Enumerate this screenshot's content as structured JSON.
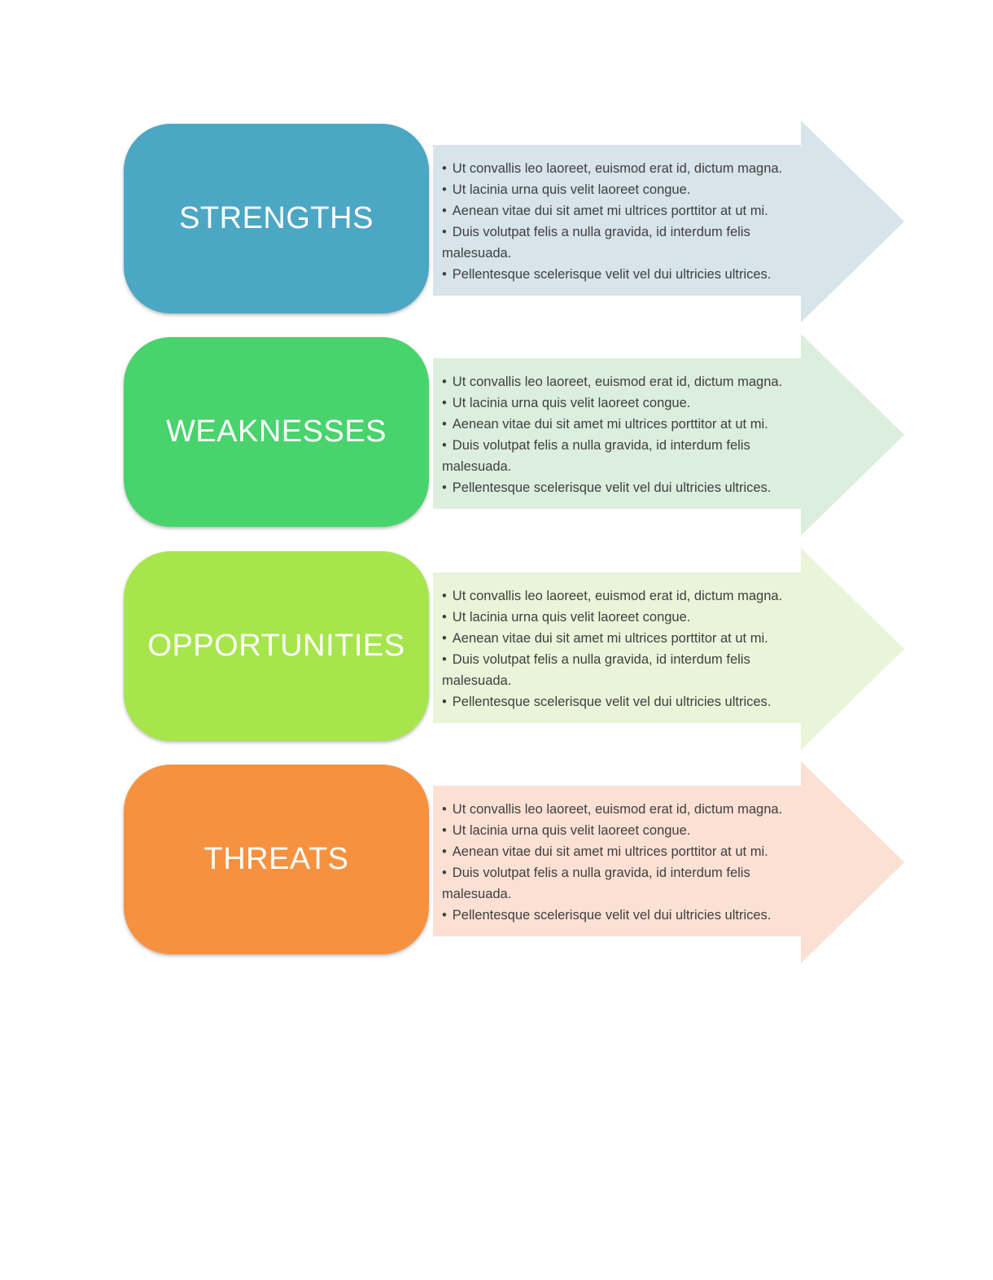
{
  "diagram": {
    "type": "swot-list-arrows",
    "background": "#FFFFFF",
    "title_color": "#FFFFFF",
    "bullet_text_color": "#3F3F3F",
    "sections": [
      {
        "key": "strengths",
        "title": "STRENGTHS",
        "box_color": "#4BA7C4",
        "banner_color": "#D7E4EA",
        "bullets": [
          "Ut convallis leo laoreet, euismod erat id, dictum magna.",
          "Ut lacinia urna quis velit laoreet congue.",
          "Aenean vitae dui sit amet mi ultrices porttitor at ut mi.",
          "Duis volutpat felis a nulla gravida, id interdum felis malesuada.",
          "Pellentesque scelerisque velit vel dui ultricies ultrices."
        ]
      },
      {
        "key": "weaknesses",
        "title": "WEAKNESSES",
        "box_color": "#49D36C",
        "banner_color": "#DCEEDE",
        "bullets": [
          "Ut convallis leo laoreet, euismod erat id, dictum magna.",
          "Ut lacinia urna quis velit laoreet congue.",
          "Aenean vitae dui sit amet mi ultrices porttitor at ut mi.",
          "Duis volutpat felis a nulla gravida, id interdum felis malesuada.",
          "Pellentesque scelerisque velit vel dui ultricies ultrices."
        ]
      },
      {
        "key": "opportunities",
        "title": "OPPORTUNITIES",
        "box_color": "#A6E64C",
        "banner_color": "#EAF4D9",
        "bullets": [
          "Ut convallis leo laoreet, euismod erat id, dictum magna.",
          "Ut lacinia urna quis velit laoreet congue.",
          "Aenean vitae dui sit amet mi ultrices porttitor at ut mi.",
          "Duis volutpat felis a nulla gravida, id interdum felis malesuada.",
          "Pellentesque scelerisque velit vel dui ultricies ultrices."
        ]
      },
      {
        "key": "threats",
        "title": "THREATS",
        "box_color": "#F6923F",
        "banner_color": "#FBE0D4",
        "bullets": [
          "Ut convallis leo laoreet, euismod erat id, dictum magna.",
          "Ut lacinia urna quis velit laoreet congue.",
          "Aenean vitae dui sit amet mi ultrices porttitor at ut mi.",
          "Duis volutpat felis a nulla gravida, id interdum felis malesuada.",
          "Pellentesque scelerisque velit vel dui ultricies ultrices."
        ]
      }
    ]
  }
}
